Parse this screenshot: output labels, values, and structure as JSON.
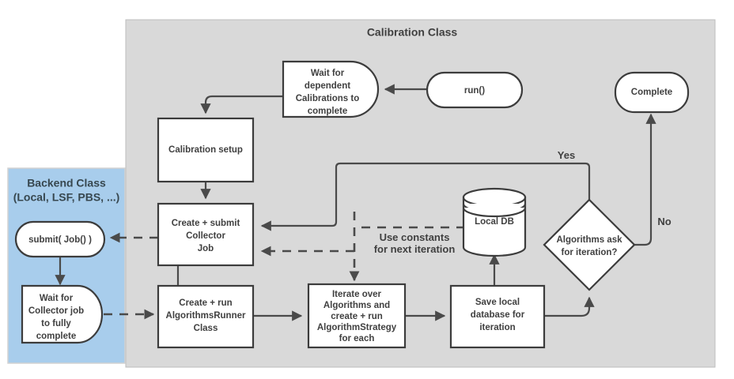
{
  "diagram": {
    "type": "flowchart",
    "panels": [
      {
        "id": "calibration",
        "title": "Calibration Class",
        "color": "#d9d9d9"
      },
      {
        "id": "backend",
        "title_line1": "Backend Class",
        "title_line2": "(Local, LSF, PBS, ...)",
        "color": "#a8cdec"
      }
    ],
    "nodes": [
      {
        "id": "run",
        "shape": "stadium",
        "label": "run()"
      },
      {
        "id": "wait-dependent",
        "shape": "delay",
        "lines": [
          "Wait for",
          "dependent",
          "Calibrations to",
          "complete"
        ]
      },
      {
        "id": "calibration-setup",
        "shape": "rect",
        "lines": [
          "Calibration setup"
        ]
      },
      {
        "id": "collector-job",
        "shape": "rect",
        "lines": [
          "Create + submit",
          "Collector",
          "Job"
        ]
      },
      {
        "id": "algorithms-runner",
        "shape": "rect",
        "lines": [
          "Create + run",
          "AlgorithmsRunner",
          "Class"
        ]
      },
      {
        "id": "iterate-algorithms",
        "shape": "rect",
        "lines": [
          "Iterate over",
          "Algorithms and",
          "create + run",
          "AlgorithmStrategy",
          "for each"
        ]
      },
      {
        "id": "save-local-db",
        "shape": "rect",
        "lines": [
          "Save local",
          "database for",
          "iteration"
        ]
      },
      {
        "id": "local-db",
        "shape": "cylinder",
        "label": "Local DB"
      },
      {
        "id": "decision-iteration",
        "shape": "diamond",
        "lines": [
          "Algorithms ask",
          "for iteration?"
        ]
      },
      {
        "id": "complete",
        "shape": "stadium",
        "label": "Complete"
      },
      {
        "id": "submit-job",
        "shape": "stadium",
        "label": "submit( Job() )"
      },
      {
        "id": "wait-collector",
        "shape": "delay",
        "lines": [
          "Wait for",
          "Collector job",
          "to fully",
          "complete"
        ]
      }
    ],
    "edge_labels": {
      "yes": "Yes",
      "no": "No",
      "use_constants_line1": "Use constants",
      "use_constants_line2": "for next iteration"
    }
  }
}
